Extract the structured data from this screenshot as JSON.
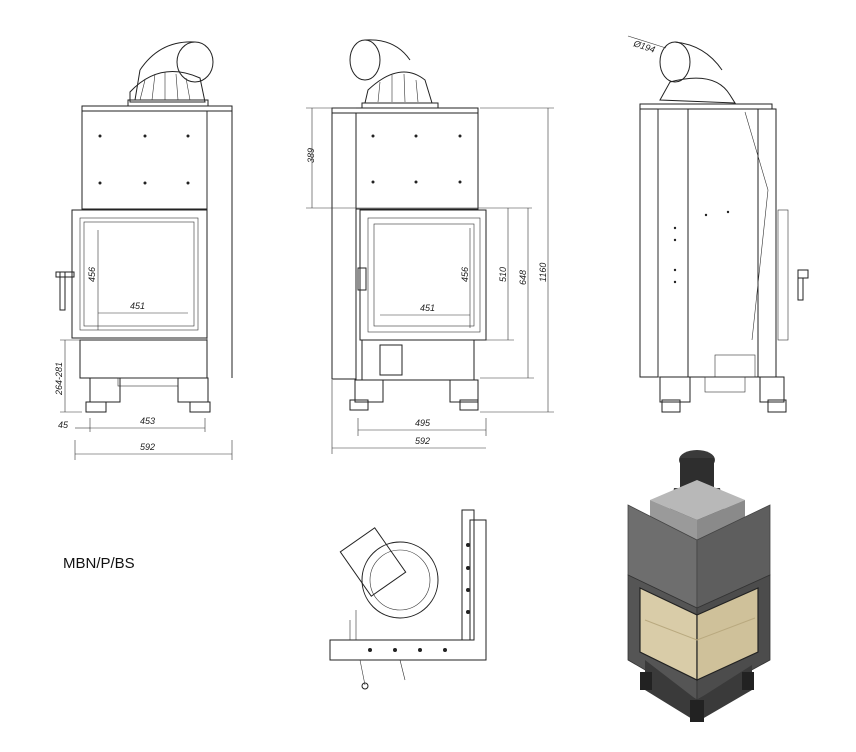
{
  "model_label": "MBN/P/BS",
  "front_view": {
    "height_456": "456",
    "width_451": "451",
    "leg_264_281": "264-281",
    "offset_45": "45",
    "width_453": "453",
    "width_592": "592"
  },
  "middle_view": {
    "top_389": "389",
    "height_456": "456",
    "height_510": "510",
    "height_648": "648",
    "height_1160": "1160",
    "width_451": "451",
    "width_495": "495",
    "width_592": "592"
  },
  "side_view": {
    "diameter_194": "Ø194"
  },
  "colors": {
    "line": "#222222",
    "steel": "#6e6e6e",
    "glass": "#d9cca8"
  }
}
